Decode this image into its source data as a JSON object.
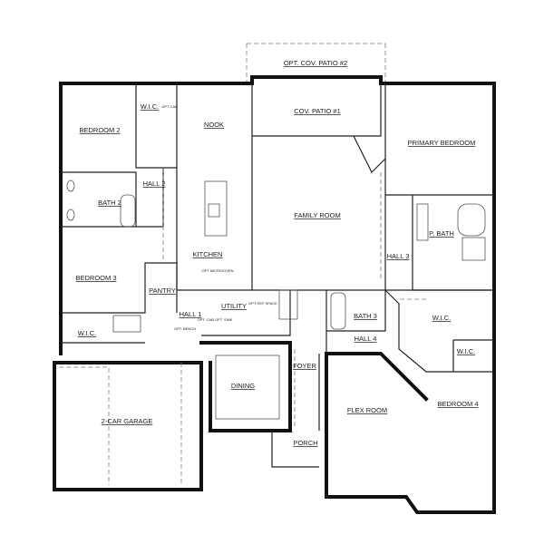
{
  "rooms": {
    "opt_cov_patio_2": "OPT. COV. PATIO #2",
    "cov_patio_1": "COV. PATIO #1",
    "nook": "NOOK",
    "wic_bed2": "W.I.C.",
    "opt_cab": "OPT CAB",
    "bedroom_2": "BEDROOM 2",
    "hall_2": "HALL 2",
    "bath_2": "BATH 2",
    "family_room": "FAMILY ROOM",
    "primary_bedroom": "PRIMARY BEDROOM",
    "p_bath": "P. BATH",
    "hall_3": "HALL 3",
    "kitchen": "KITCHEN",
    "opt_micro_oven": "OPT MICRO/OVEN",
    "bedroom_3": "BEDROOM 3",
    "pantry": "PANTRY",
    "utility": "UTILITY",
    "opt_ref_space": "OPT REF SPACE",
    "hall_1": "HALL 1",
    "opt_cab_opt_sink": "OPT. CAB OPT. SINK",
    "opt_bench": "OPT. BENCH",
    "bath_3": "BATH 3",
    "wic_primary": "W.I.C.",
    "hall_4": "HALL 4",
    "wic_bed3": "W.I.C.",
    "wic_bed4": "W.I.C.",
    "foyer": "FOYER",
    "dining": "DINING",
    "garage": "2-CAR GARAGE",
    "flex_room": "FLEX ROOM",
    "bedroom_4": "BEDROOM 4",
    "porch": "PORCH"
  }
}
